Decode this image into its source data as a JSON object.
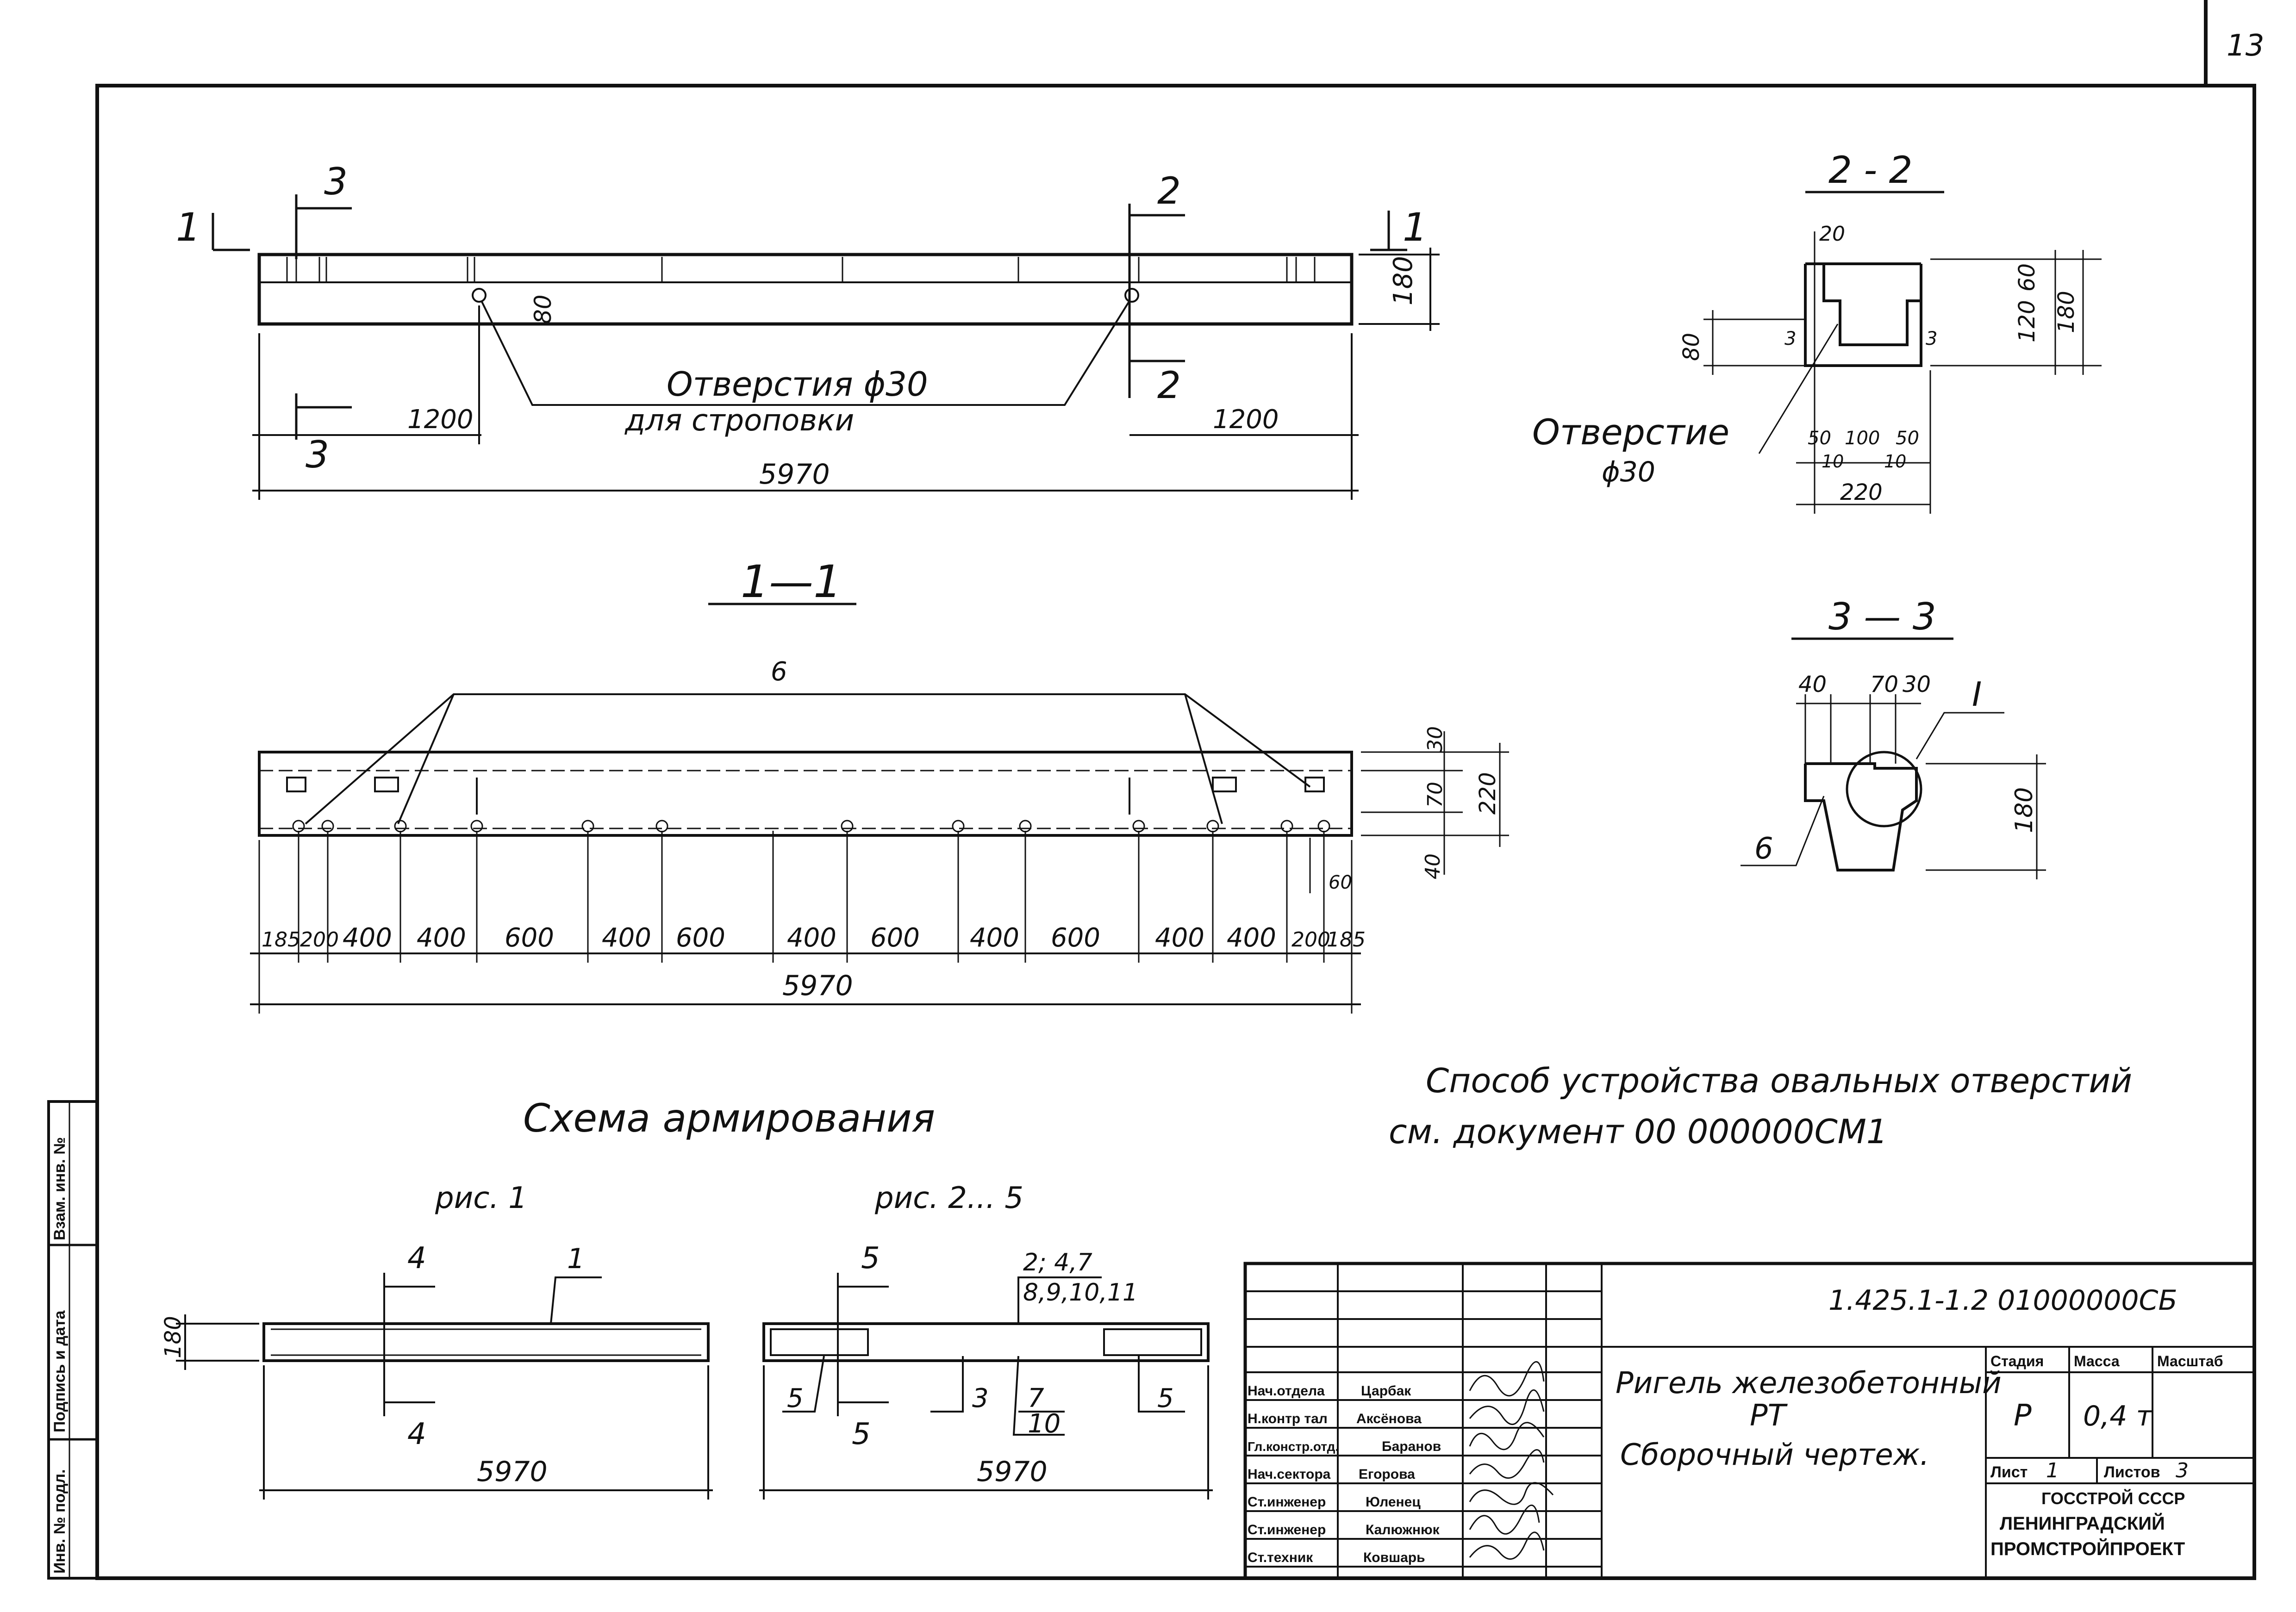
{
  "page_number": "13",
  "elevation": {
    "section_mark_1": "1",
    "section_mark_2": "2",
    "section_mark_3": "3",
    "holes_note_line1": "Отверстия  ϕ30",
    "holes_note_line2": "для   строповки",
    "dim_left": "1200",
    "dim_right": "1200",
    "dim_total": "5970",
    "dim_height": "180",
    "dim_small": "80"
  },
  "section_2_2": {
    "title": "2 - 2",
    "hole_label": "Отверстие",
    "hole_dia": "ϕ30",
    "dims": [
      "20",
      "60",
      "120",
      "180",
      "80",
      "3",
      "3",
      "50",
      "100",
      "50",
      "10",
      "10",
      "220"
    ]
  },
  "section_1_1": {
    "title": "1—1",
    "callout": "6",
    "right_dims": [
      "30",
      "70",
      "220",
      "40",
      "60"
    ],
    "spacing_dims": [
      "185",
      "200",
      "400",
      "400",
      "600",
      "400",
      "600",
      "400",
      "600",
      "400",
      "600",
      "400",
      "400",
      "200",
      "185"
    ],
    "total": "5970"
  },
  "section_3_3": {
    "title": "3 — 3",
    "dims": [
      "40",
      "70",
      "30",
      "180"
    ],
    "callout_I": "I",
    "callout_6": "6"
  },
  "scheme_title": "Схема  армирования",
  "note_line1": "Способ  устройства   овальных  отверстий",
  "note_line2": "см.  документ     00 000000СМ1",
  "fig1": {
    "label": "рис. 1",
    "mark": "4",
    "callout": "1",
    "height": "180",
    "length": "5970"
  },
  "fig2": {
    "label": "рис. 2... 5",
    "mark": "5",
    "callout_top_1": "2; 4,7",
    "callout_top_2": "8,9,10,11",
    "callouts": [
      "5",
      "3",
      "7",
      "10",
      "5"
    ],
    "length": "5970"
  },
  "side_stamp": [
    "Инв. № подл.",
    "Подпись и дата",
    "Взам. инв. №"
  ],
  "title_block": {
    "doc_code": "1.425.1-1.2  01000000СБ",
    "name_line1": "Ригель  железобетонный",
    "name_line2": "РТ",
    "name_line3": "Сборочный   чертеж.",
    "stage_header": "Стадия",
    "mass_header": "Масса",
    "scale_header": "Масштаб",
    "stage_value": "Р",
    "mass_value": "0,4 т",
    "sheet_label": "Лист",
    "sheet_value": "1",
    "sheets_label": "Листов",
    "sheets_value": "3",
    "org_line1": "ГОССТРОЙ  СССР",
    "org_line2": "ЛЕНИНГРАДСКИЙ",
    "org_line3": "ПРОМСТРОЙПРОЕКТ",
    "roles": [
      {
        "role": "Нач.отдела",
        "name": "Царбак"
      },
      {
        "role": "Н.контр тал",
        "name": "Аксёнова"
      },
      {
        "role": "Гл.констр.отд.",
        "name": "Баранов"
      },
      {
        "role": "Нач.сектора",
        "name": "Егорова"
      },
      {
        "role": "Ст.инженер",
        "name": "Юленец"
      },
      {
        "role": "Ст.инженер",
        "name": "Калюжнюк"
      },
      {
        "role": "Ст.техник",
        "name": "Ковшарь"
      }
    ]
  }
}
